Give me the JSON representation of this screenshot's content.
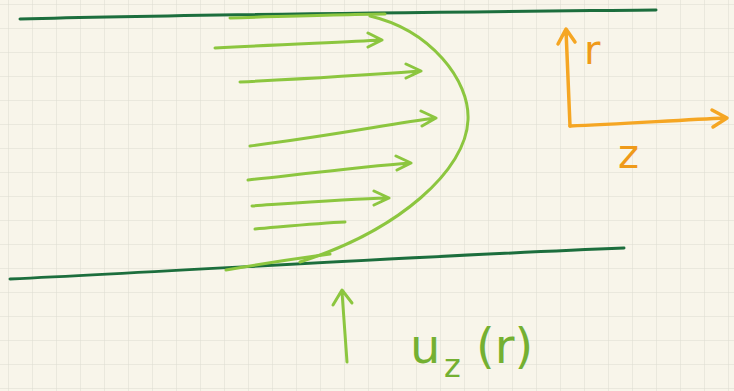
{
  "diagram": {
    "labels": [
      "r",
      "z",
      "u",
      "z",
      "(r)"
    ]
  }
}
